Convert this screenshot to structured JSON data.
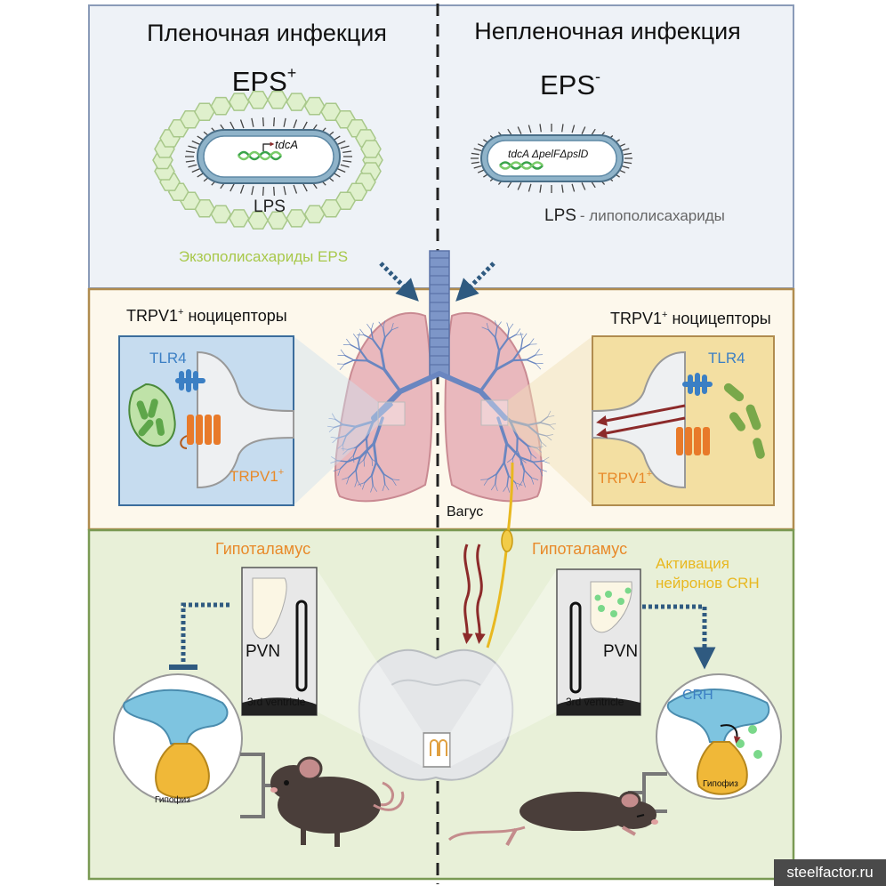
{
  "top": {
    "left_title": "Пленочная инфекция",
    "right_title": "Непленочная инфекция",
    "eps_plus": "EPS",
    "eps_plus_sup": "+",
    "eps_minus": "EPS",
    "eps_minus_sup": "-",
    "gene_left": "tdcA",
    "gene_right": "tdcA ΔpelFΔpslD",
    "lps_left": "LPS",
    "lps_right": "LPS",
    "lps_right_desc": "- липополисахариды",
    "eps_label": "Экзополисахариды EPS"
  },
  "middle": {
    "left_title": "TRPV1",
    "left_title_sup": "+",
    "left_title_rest": " ноцицепторы",
    "right_title": "TRPV1",
    "right_title_sup": "+",
    "right_title_rest": " ноцицепторы",
    "tlr4_left": "TLR4",
    "tlr4_right": "TLR4",
    "trpv1_left": "TRPV1",
    "trpv1_left_sup": "+",
    "trpv1_right": "TRPV1",
    "trpv1_right_sup": "+"
  },
  "bottom": {
    "vagus": "Вагус",
    "hypo_left": "Гипоталамус",
    "hypo_right": "Гипоталамус",
    "activation_line1": "Активация",
    "activation_line2": "нейронов CRH",
    "pvn_left": "PVN",
    "pvn_right": "PVN",
    "ventricle_left": "3rd ventricle",
    "ventricle_right": "3rd ventricle",
    "crh": "CRH",
    "pituitary_left": "Гипофиз",
    "pituitary_right": "Гипофиз"
  },
  "watermark": "steelfactor.ru",
  "colors": {
    "top_bg": "#eef2f7",
    "top_border": "#8a9bb8",
    "mid_bg": "#fdf8ec",
    "mid_border": "#b08c4f",
    "bot_bg": "#e8f0d8",
    "bot_border": "#7a9a54",
    "orange": "#e88a2a",
    "blue_label": "#3b7fc4",
    "lime": "#a8c84a",
    "yellow_label": "#e8b820",
    "arrow_blue": "#2f5a80",
    "dark_red": "#8c2a2a"
  }
}
